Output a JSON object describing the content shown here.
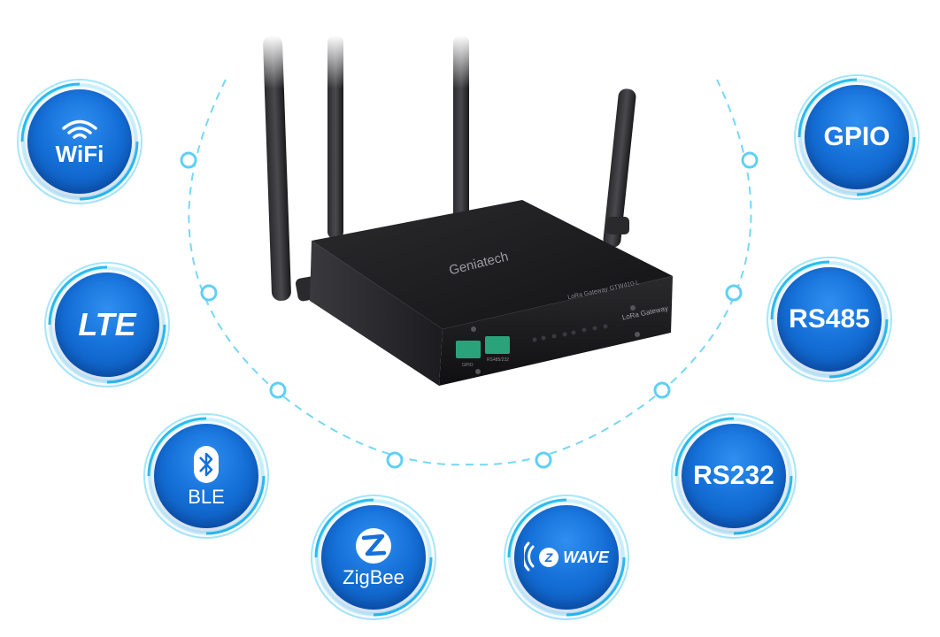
{
  "device": {
    "brand": "Geniatech",
    "model_text": "LoRa Gateway GTW410-L",
    "front_label": "LoRa Gateway",
    "port_label_1": "GPIO",
    "port_label_2": "RS485/232"
  },
  "interfaces": {
    "wifi": {
      "label": "WiFi",
      "icon": "wifi-icon"
    },
    "lte": {
      "label": "LTE"
    },
    "ble": {
      "label": "BLE",
      "icon": "bluetooth-icon"
    },
    "zigbee": {
      "label": "ZigBee",
      "icon": "zigbee-icon"
    },
    "zwave": {
      "label": "WAVE",
      "icon": "zwave-icon",
      "icon_letter": "Z"
    },
    "rs232": {
      "label": "RS232"
    },
    "rs485": {
      "label": "RS485"
    },
    "gpio": {
      "label": "GPIO"
    }
  },
  "colors": {
    "badge_blue": "#1570d8",
    "ring_light": "#5fd0f5",
    "arc_dash": "#5fd0f5",
    "device_body": "#1b1b1d"
  }
}
